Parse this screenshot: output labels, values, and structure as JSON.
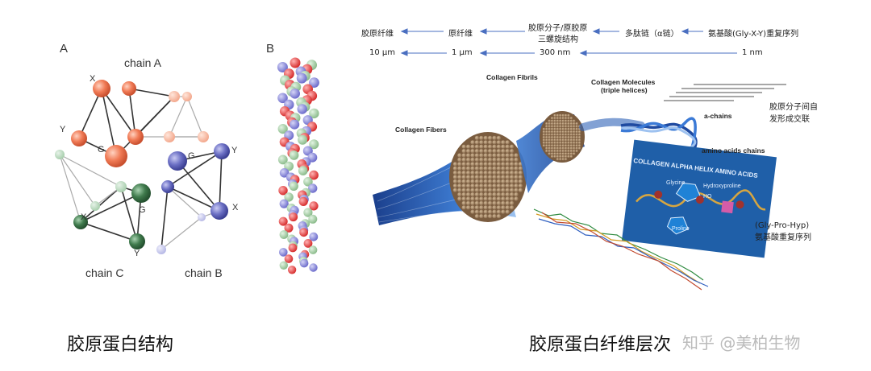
{
  "panel_a": {
    "letter": "A",
    "chains": [
      "chain A",
      "chain B",
      "chain C"
    ],
    "residue_labels": {
      "x": "X",
      "y": "Y",
      "g": "G"
    }
  },
  "panel_b": {
    "letter": "B"
  },
  "hierarchy": {
    "row1": [
      "胶原纤维",
      "原纤维",
      "胶原分子/原胶原",
      "三螺旋结构",
      "多肽链（α链）",
      "氨基酸(Gly-X-Y)重复序列"
    ],
    "row2": [
      "10 µm",
      "1 µm",
      "300 nm",
      "1 nm"
    ]
  },
  "fiber_diagram": {
    "collagen_fibers": "Collagen Fibers",
    "collagen_fibrils": "Collagen Fibrils",
    "collagen_molecules": "Collagen Molecules",
    "triple_helices": "(triple helices)",
    "a_chains": "a-chains",
    "amino_acid_chains": "amino acids chains",
    "crosslink_note": [
      "胶原分子间自",
      "发形成交联"
    ],
    "card_title": "COLLAGEN ALPHA HELIX AMINO ACIDS",
    "glycine": "Glycine",
    "hydroxyproline": "Hydroxyproline",
    "ho": "HO",
    "proline": "Proline",
    "repeat_note": [
      "(Gly-Pro-Hyp)",
      "氨基酸重复序列"
    ]
  },
  "captions": {
    "left": "胶原蛋白结构",
    "right": "胶原蛋白纤维层次"
  },
  "watermark": "知乎 @美柏生物",
  "colors": {
    "chain_a": "#f07a55",
    "chain_b": "#6b6fc4",
    "chain_c": "#3f7a4c",
    "fiber_blue": "#2f63b8",
    "fibril_tan": "#b89a78",
    "card_blue": "#1f5fa8"
  }
}
